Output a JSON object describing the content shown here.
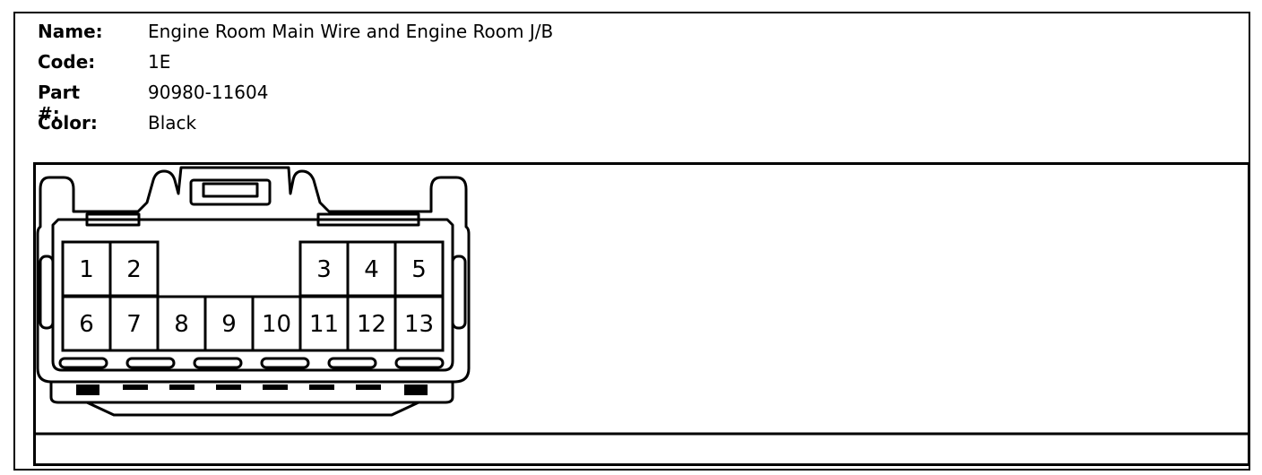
{
  "info": {
    "name_label": "Name:",
    "name_value": "Engine Room Main Wire and Engine Room J/B",
    "code_label": "Code:",
    "code_value": "1E",
    "part_label": "Part #:",
    "part_value": "90980-11604",
    "color_label": "Color:",
    "color_value": "Black"
  },
  "connector": {
    "top_row": [
      "1",
      "2",
      "3",
      "4",
      "5"
    ],
    "bottom_row": [
      "6",
      "7",
      "8",
      "9",
      "10",
      "11",
      "12",
      "13"
    ]
  }
}
